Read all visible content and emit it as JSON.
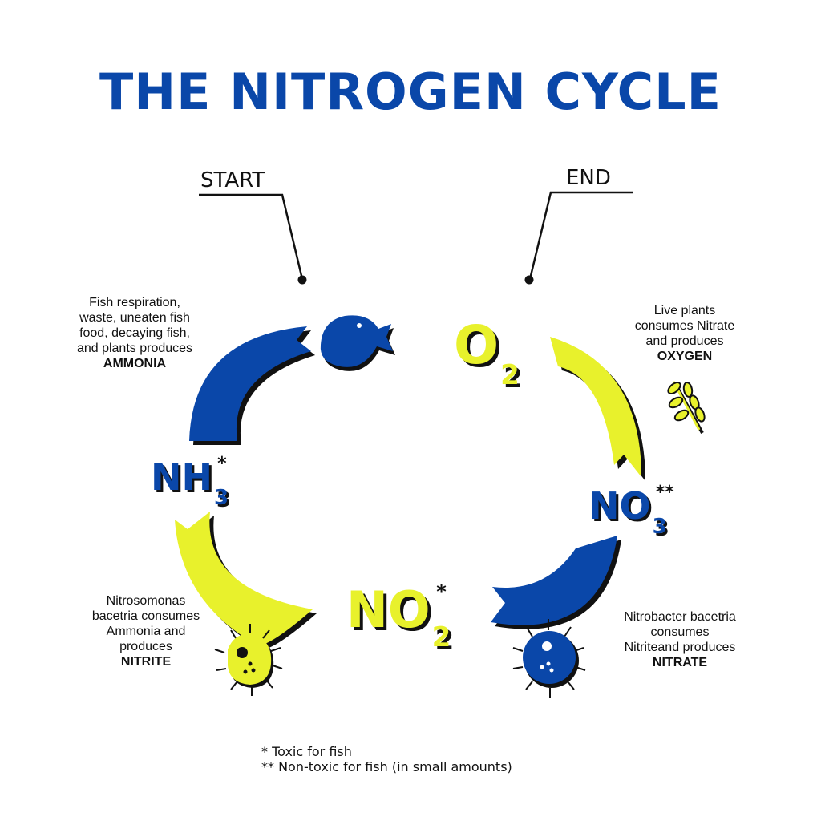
{
  "title": "THE NITROGEN CYCLE",
  "markers": {
    "start": "START",
    "end": "END"
  },
  "colors": {
    "blue": "#0a47a9",
    "yellow": "#e8f12c",
    "shadow": "#111111"
  },
  "stages": {
    "ammonia": {
      "formula": "NH",
      "subscript": "3",
      "superscript": "*",
      "desc": [
        "Fish respiration,",
        "waste, uneaten fish",
        "food, decaying fish,",
        "and plants produces"
      ],
      "product": "AMMONIA",
      "icon": "fish-icon"
    },
    "nitrite": {
      "formula": "NO",
      "subscript": "2",
      "superscript": "*",
      "desc": [
        "Nitrosomonas",
        "bacetria consumes",
        "Ammonia and",
        "produces"
      ],
      "product": "NITRITE",
      "icon": "bacteria-icon"
    },
    "nitrate": {
      "formula": "NO",
      "subscript": "3",
      "superscript": "**",
      "desc": [
        "Nitrobacter bacetria",
        "consumes",
        "Nitriteand produces"
      ],
      "product": "NITRATE",
      "icon": "bacteria-icon"
    },
    "oxygen": {
      "formula": "O",
      "subscript": "2",
      "desc": [
        "Live plants",
        "consumes Nitrate",
        "and produces"
      ],
      "product": "OXYGEN",
      "icon": "wheat-icon"
    }
  },
  "footnotes": [
    "* Toxic for fish",
    "** Non-toxic for fish (in small amounts)"
  ]
}
